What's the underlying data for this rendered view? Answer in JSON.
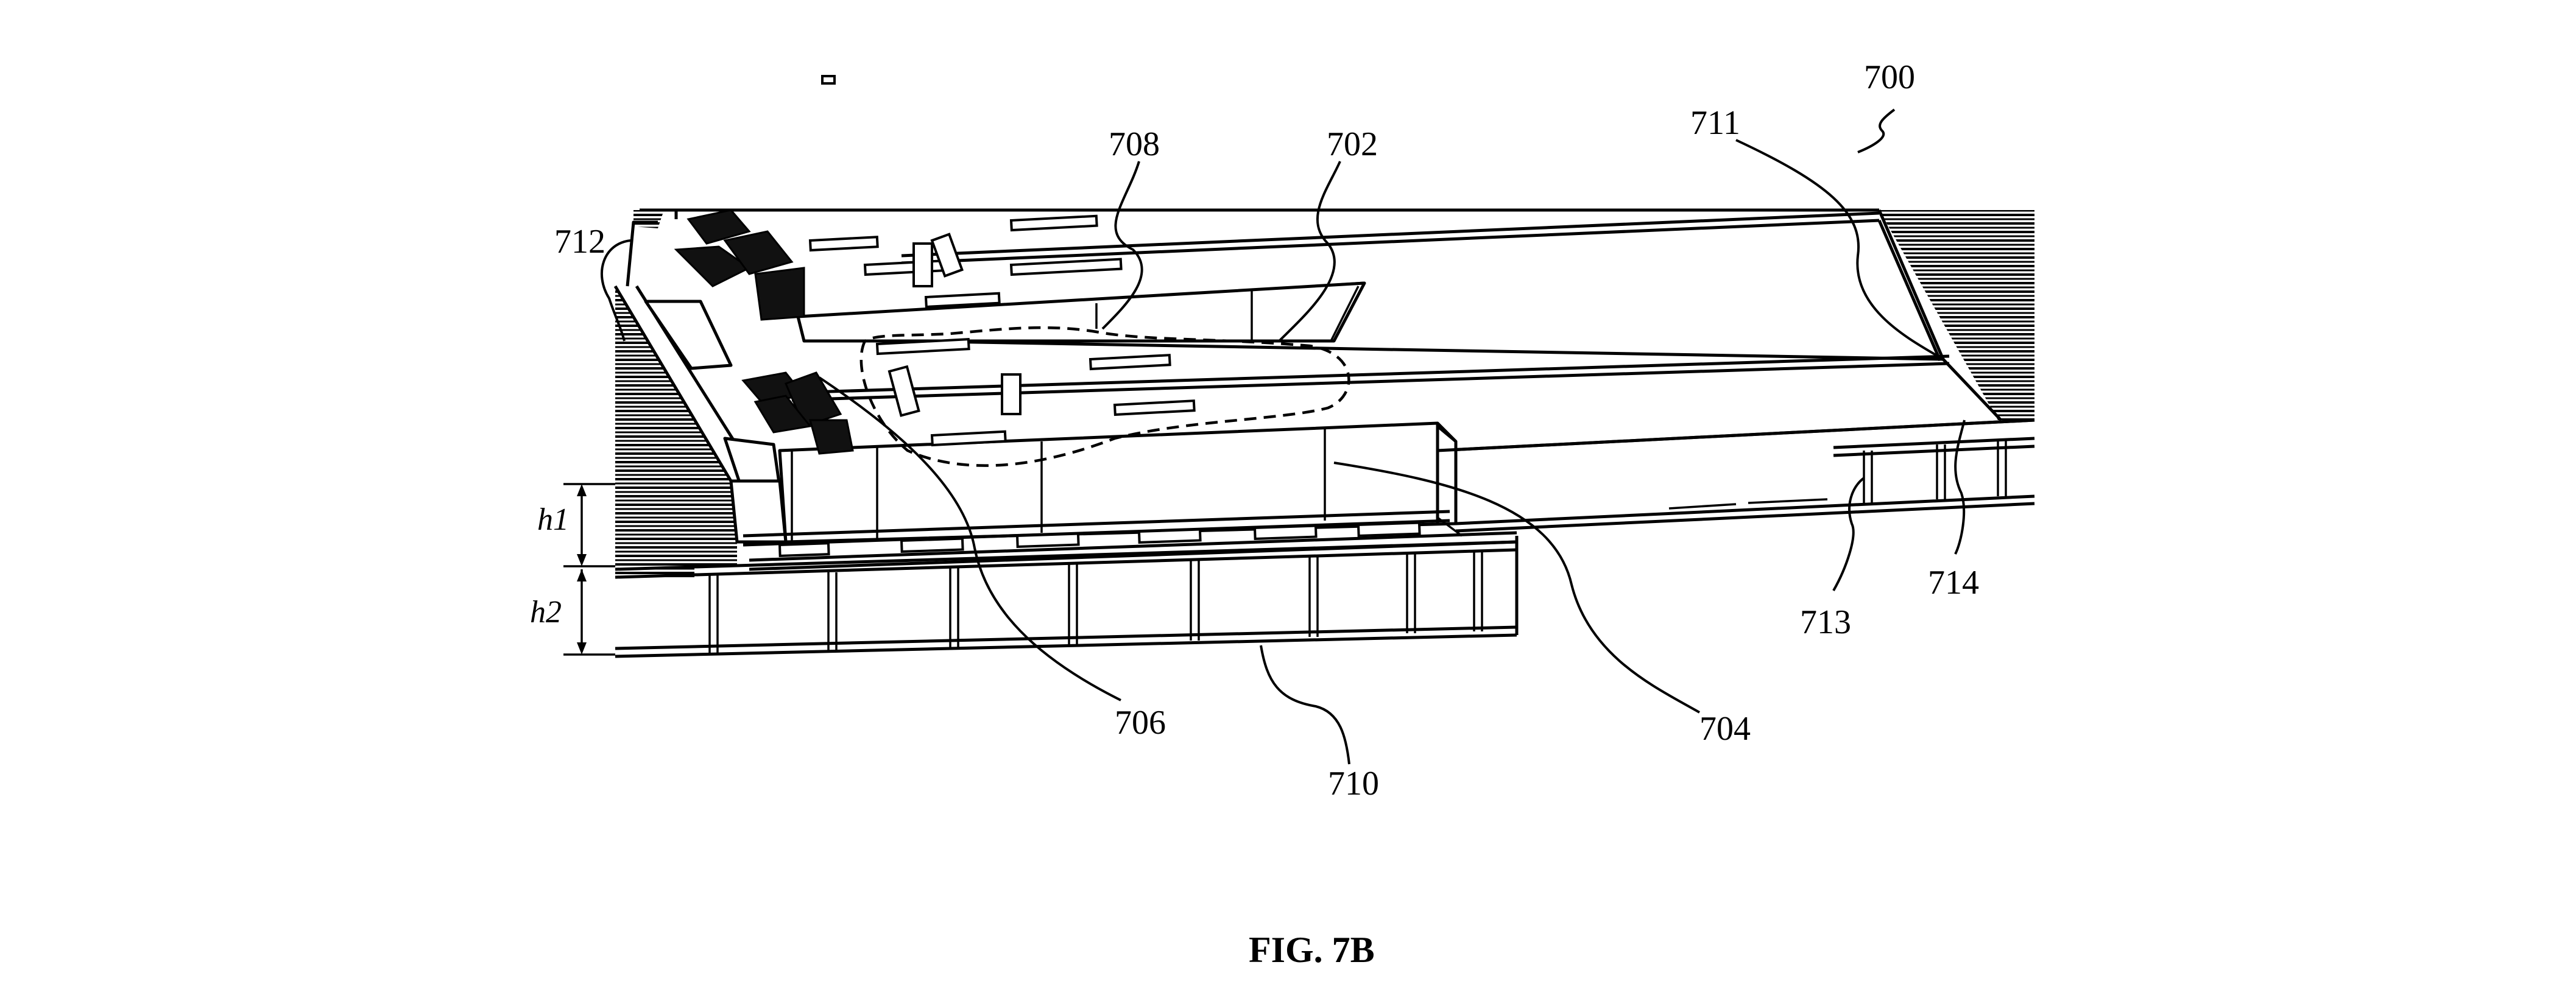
{
  "figure": {
    "caption": "FIG. 7B",
    "labels": {
      "r700": "700",
      "r702": "702",
      "r704": "704",
      "r706": "706",
      "r708": "708",
      "r710": "710",
      "r711": "711",
      "r712": "712",
      "r713": "713",
      "r714": "714",
      "h1": "h1",
      "h2": "h2"
    }
  }
}
